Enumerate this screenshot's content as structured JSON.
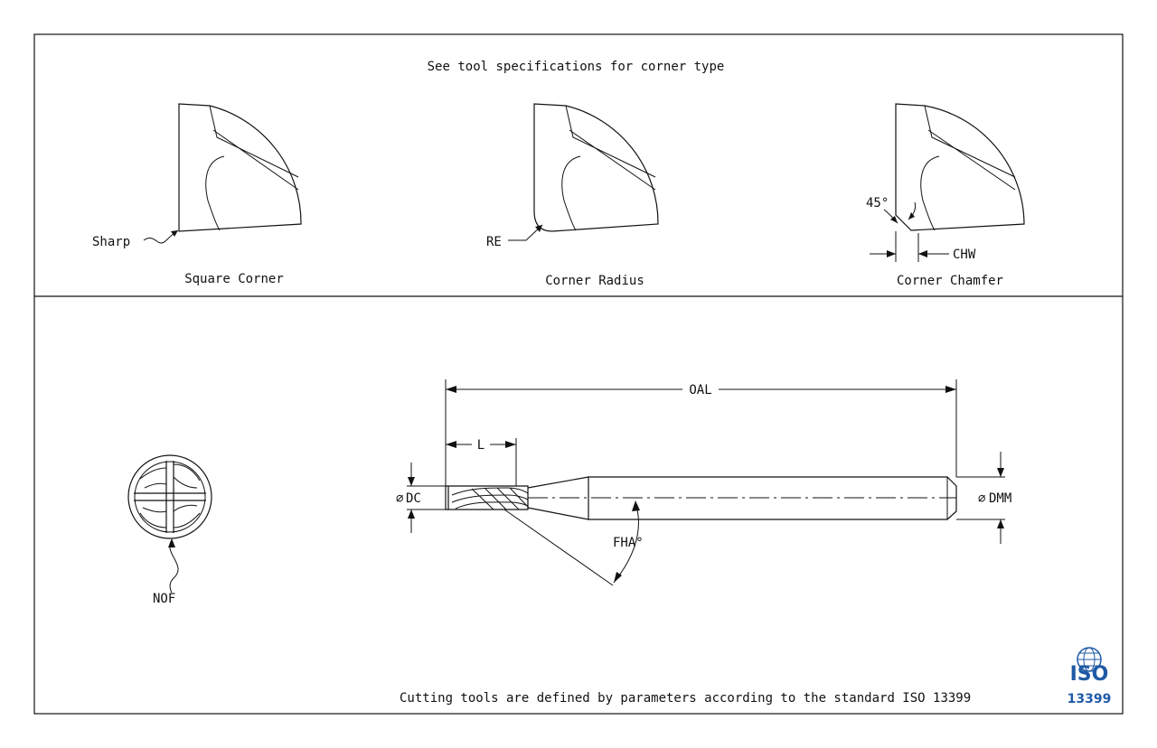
{
  "header": {
    "note": "See tool specifications for corner type"
  },
  "corners": {
    "square": {
      "caption": "Square Corner",
      "callout": "Sharp"
    },
    "radius": {
      "caption": "Corner Radius",
      "callout": "RE"
    },
    "chamfer": {
      "caption": "Corner Chamfer",
      "angle": "45°",
      "width": "CHW"
    }
  },
  "dimensions": {
    "overall_length": "OAL",
    "cutting_length": "L",
    "cutting_diameter_symbol": "⌀",
    "cutting_diameter": "DC",
    "shank_diameter_symbol": "⌀",
    "shank_diameter": "DMM",
    "helix_angle": "FHA°",
    "flutes": "NOF"
  },
  "footer": {
    "standard_note": "Cutting tools are defined by parameters according to the standard ISO 13399"
  },
  "logo": {
    "brand": "ISO",
    "number": "13399",
    "color": "#1f5aa6"
  }
}
